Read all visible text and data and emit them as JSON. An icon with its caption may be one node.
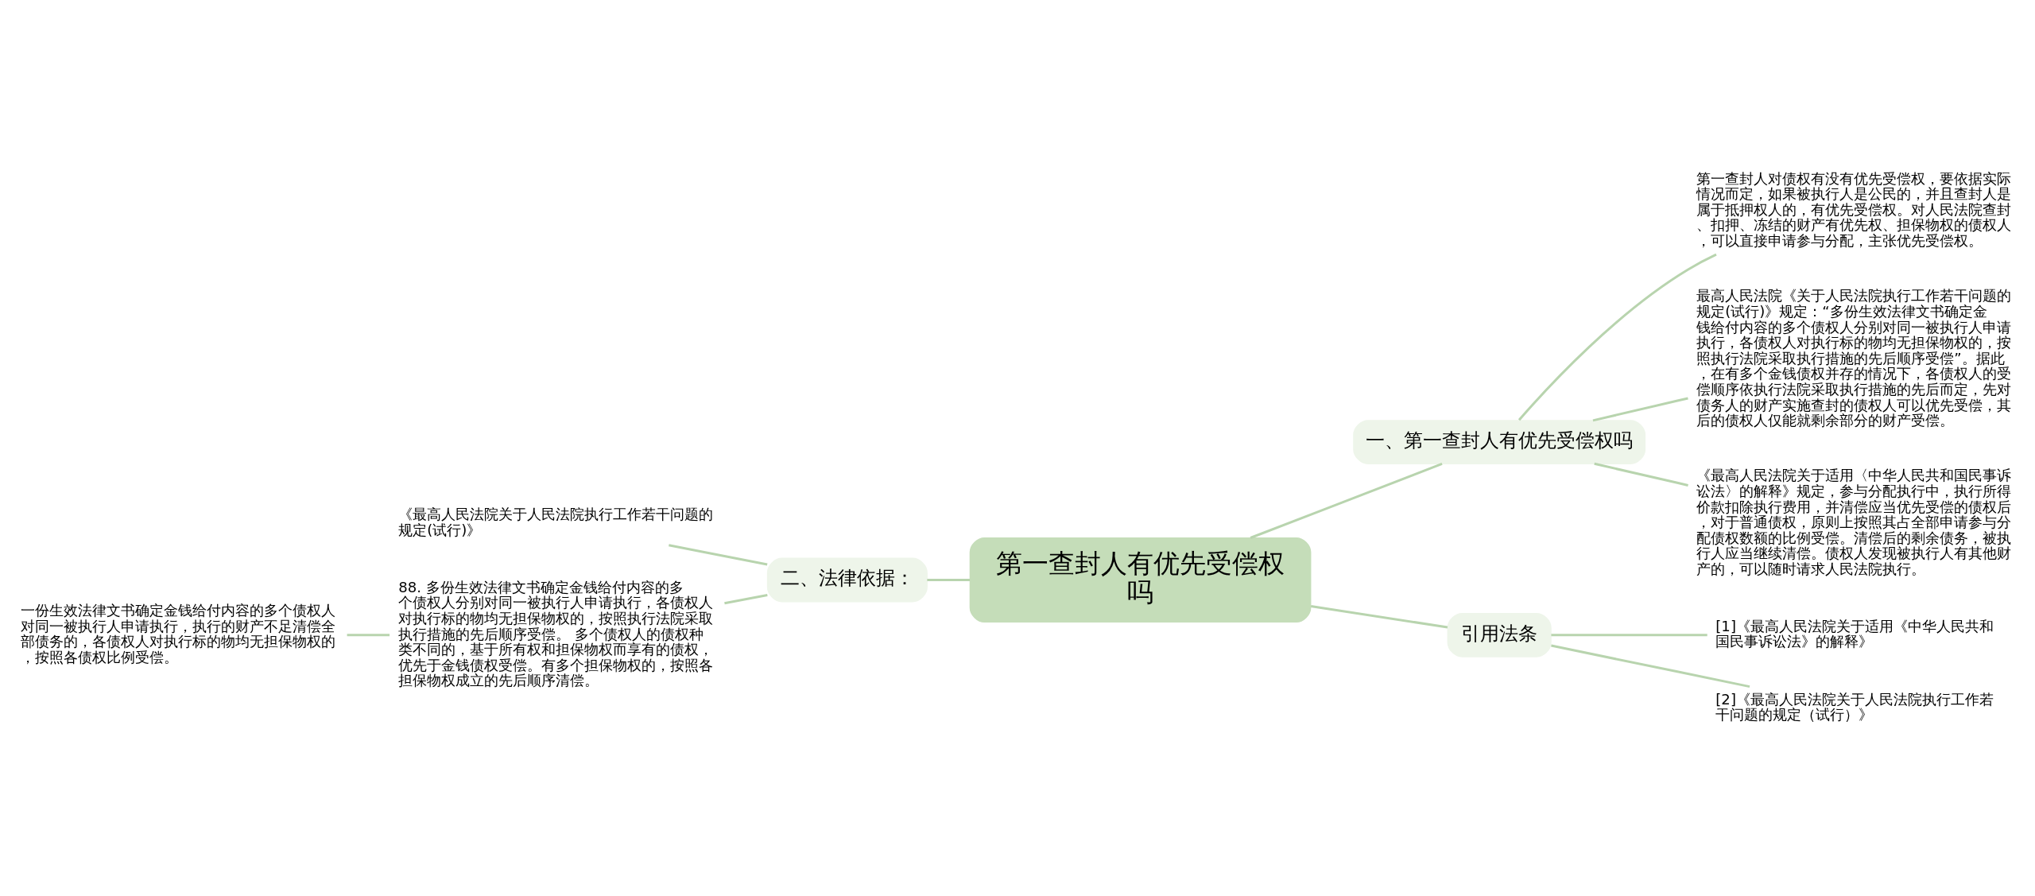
{
  "diagram": {
    "nodes": [
      {
        "text": [
          "第一查封人有优先受偿权吗"
        ]
      },
      {
        "text": [
          "一、第一查封人有优先受偿权吗"
        ]
      },
      {
        "text": [
          "第一查封人对债权有没有优先受偿权，要依据实际情况而定，如果被执行人是公民的，并且查封人是属于抵押权人的，有优先受偿权。对人民法院查封、扣押、冻结的财产有优先权、担保物权的债权人，可以直接申请参与分配，主张优先受偿权。"
        ]
      },
      {
        "text": [
          "最高人民法院《关于人民法院执行工作若干问题的规定(试行)》规定：“多份生效法律文书确定金钱给付内容的多个债权人分别对同一被执行人申请执行，各债权人对执行标的物均无担保物权的，按照执行法院采取执行措施的先后顺序受偿”。据此，在有多个金钱债权并存的情况下，各债权人的受偿顺序依执行法院采取执行措施的先后而定，先对债务人的财产实施查封的债权人可以优先受偿，其后的债权人仅能就剩余部分的财产受偿。"
        ]
      },
      {
        "text": [
          "《最高人民法院关于适用〈中华人民共和国民事诉讼法〉的解释》规定，参与分配执行中，执行所得价款扣除执行费用，并清偿应当优先受偿的债权后，对于普通债权，原则上按照其占全部申请参与分配债权数额的比例受偿。清偿后的剩余债务，被执行人应当继续清偿。债权人发现被执行人有其他财产的，可以随时请求人民法院执行。"
        ]
      },
      {
        "text": [
          "引用法条"
        ]
      },
      {
        "text": [
          "[1]《最高人民法院关于适用《中华人民共和国民事诉讼法》的解释》"
        ]
      },
      {
        "text": [
          "[2]《最高人民法院关于人民法院执行工作若干问题的规定（试行）》"
        ]
      },
      {
        "text": [
          "二、法律依据："
        ]
      },
      {
        "text": [
          "《最高人民法院关于人民法院执行工作若干问题的规定(试行)》"
        ]
      },
      {
        "text": [
          "88. 多份生效法律文书确定金钱给付内容的多个债权人分别对同一被执行人申请执行，各债权人对执行标的物均无担保物权的，按照执行法院采取执行措施的先后顺序受偿。 多个债权人的债权种类不同的，基于所有权和担保物权而享有的债权，优先于金钱债权受偿。有多个担保物权的，按照各担保物权成立的先后顺序清偿。"
        ]
      },
      {
        "text": [
          "一份生效法律文书确定金钱给付内容的多个债权人对同一被执行人申请执行，执行的财产不足清偿全部债务的，各债权人对执行标的物均无担保物权的，按照各债权比例受偿。"
        ]
      }
    ],
    "edges": [
      {
        "from": 0,
        "to": 1,
        "arrow": "none"
      },
      {
        "from": 1,
        "to": 2,
        "arrow": "none"
      },
      {
        "from": 1,
        "to": 3,
        "arrow": "none"
      },
      {
        "from": 1,
        "to": 4,
        "arrow": "none"
      },
      {
        "from": 0,
        "to": 5,
        "arrow": "none"
      },
      {
        "from": 5,
        "to": 6,
        "arrow": "none"
      },
      {
        "from": 5,
        "to": 7,
        "arrow": "none"
      },
      {
        "from": 0,
        "to": 8,
        "arrow": "none"
      },
      {
        "from": 8,
        "to": 9,
        "arrow": "none"
      },
      {
        "from": 8,
        "to": 10,
        "arrow": "none"
      },
      {
        "from": 10,
        "to": 11,
        "arrow": "none"
      }
    ]
  }
}
